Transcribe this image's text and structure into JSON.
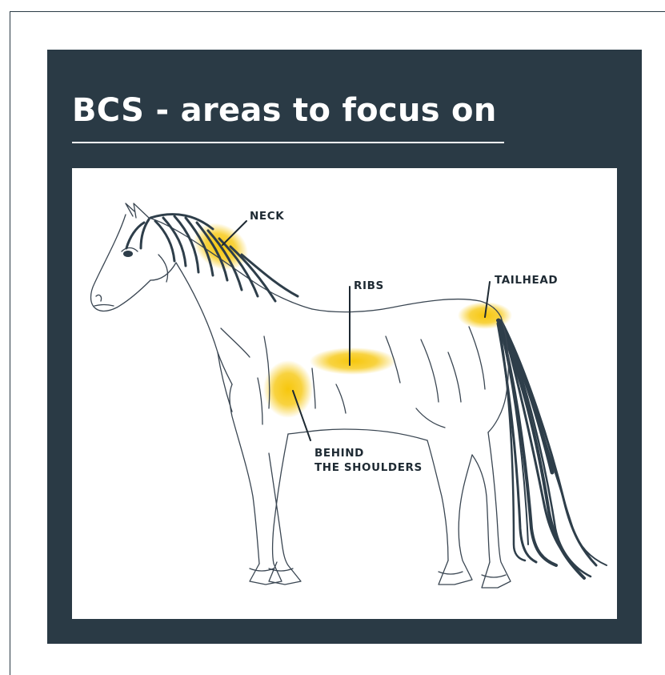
{
  "title": "BCS - areas to focus on",
  "labels": {
    "neck": "NECK",
    "ribs": "RIBS",
    "tailhead": "TAILHEAD",
    "behind_line1": "BEHIND",
    "behind_line2": "THE SHOULDERS"
  },
  "colors": {
    "panel": "#2a3a45",
    "highlight": "#f6c400",
    "mane_tail": "#2e3e4a",
    "outline": "#3a4652"
  }
}
